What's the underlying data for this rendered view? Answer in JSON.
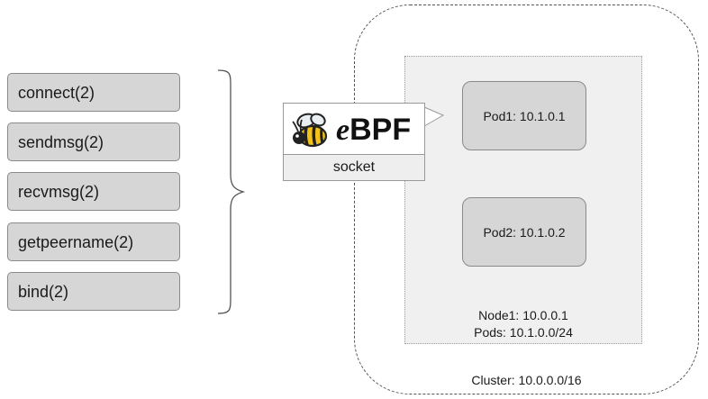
{
  "syscalls": [
    "connect(2)",
    "sendmsg(2)",
    "recvmsg(2)",
    "getpeername(2)",
    "bind(2)"
  ],
  "ebpf": {
    "logo_e": "e",
    "logo_rest": "BPF",
    "attach_label": "socket",
    "icon": "bee-icon"
  },
  "cluster": {
    "label": "Cluster: 10.0.0.0/16",
    "node": {
      "name_label": "Node1: 10.0.0.1",
      "pods_label": "Pods: 10.1.0.0/24",
      "pods": [
        {
          "label": "Pod1: 10.1.0.1"
        },
        {
          "label": "Pod2: 10.1.0.2"
        }
      ]
    }
  }
}
